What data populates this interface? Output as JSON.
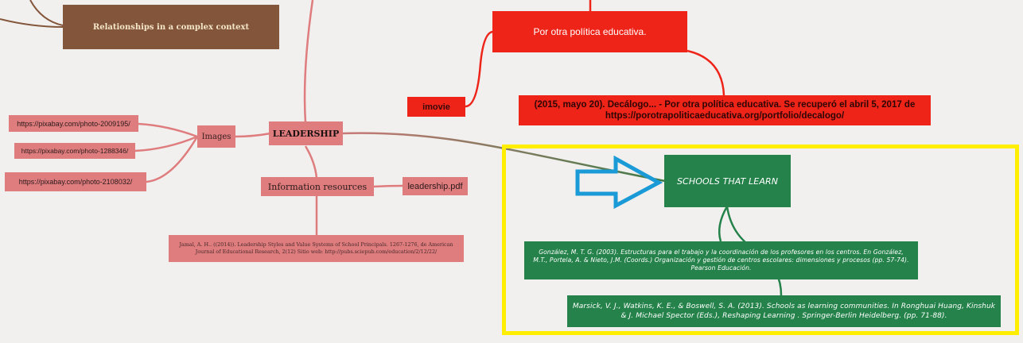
{
  "nodes": {
    "relationships": "Relationships in a complex context",
    "leadership": "LEADERSHIP",
    "images": "Images",
    "pixabay_1": "https://pixabay.com/photo-2009195/",
    "pixabay_2": "https://pixabay.com/photo-1288346/",
    "pixabay_3": "https://pixabay.com/photo-2108032/",
    "information_resources": "Information resources",
    "leadership_pdf": "leadership.pdf",
    "jamal_ref": "Jamal, A. H.. ((2014)). Leadership Styles and Value Systems of School Principals. 1267-1276, de American Journal of Educational Research, 2(12) Sitio web: http://pubs.sciepub.com/education/2/12/22/",
    "por_otra": "Por otra política educativa.",
    "imovie": "imovie",
    "decalogo_ref": "(2015, mayo 20). Decálogo... - Por otra política educativa. Se recuperó el abril 5, 2017 de https://porotrapoliticaeducativa.org/portfolio/decalogo/",
    "schools": "SCHOOLS THAT LEARN",
    "gonzalez_ref": "González, M. T. G. (2003). Estructuras para el trabajo y la coordinación de los profesores en los centros. En González, M.T., Portela, A. & Nieto, J.M. (Coords.) Organización y gestión de centros escolares: dimensiones y procesos (pp. 57-74). Pearson Educación.",
    "marsick_ref": "Marsick, V. J., Watkins, K. E., & Boswell, S. A. (2013). Schools as learning communities. In Ronghuai Huang, Kinshuk & J. Michael Spector (Eds.), Reshaping Learning . Springer-Berlin Heidelberg. (pp. 71-88)."
  },
  "colors": {
    "background": "#f2f0ee",
    "brown": "#83553b",
    "pink": "#de7c7e",
    "red": "#ee2419",
    "green": "#24824a",
    "highlight": "#ffee00",
    "arrow": "#1a9ad6"
  }
}
